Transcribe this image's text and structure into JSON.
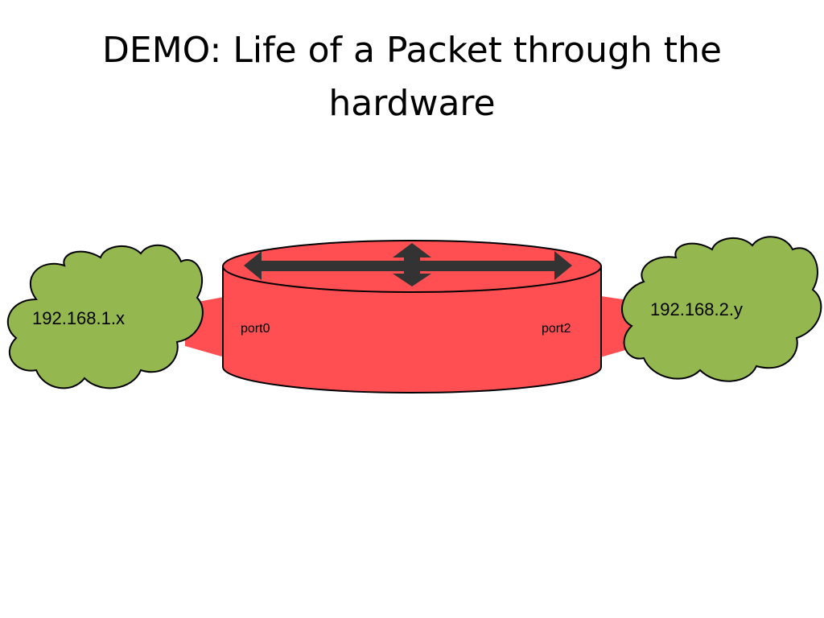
{
  "slide": {
    "title": "DEMO: Life of a Packet through the hardware"
  },
  "diagram": {
    "router": {
      "color": "#ff4f52",
      "arrow_color": "#333333"
    },
    "ports": {
      "left": "port0",
      "right": "port2"
    },
    "networks": {
      "left": "192.168.1.x",
      "right": "192.168.2.y",
      "color": "#94b84f"
    }
  }
}
